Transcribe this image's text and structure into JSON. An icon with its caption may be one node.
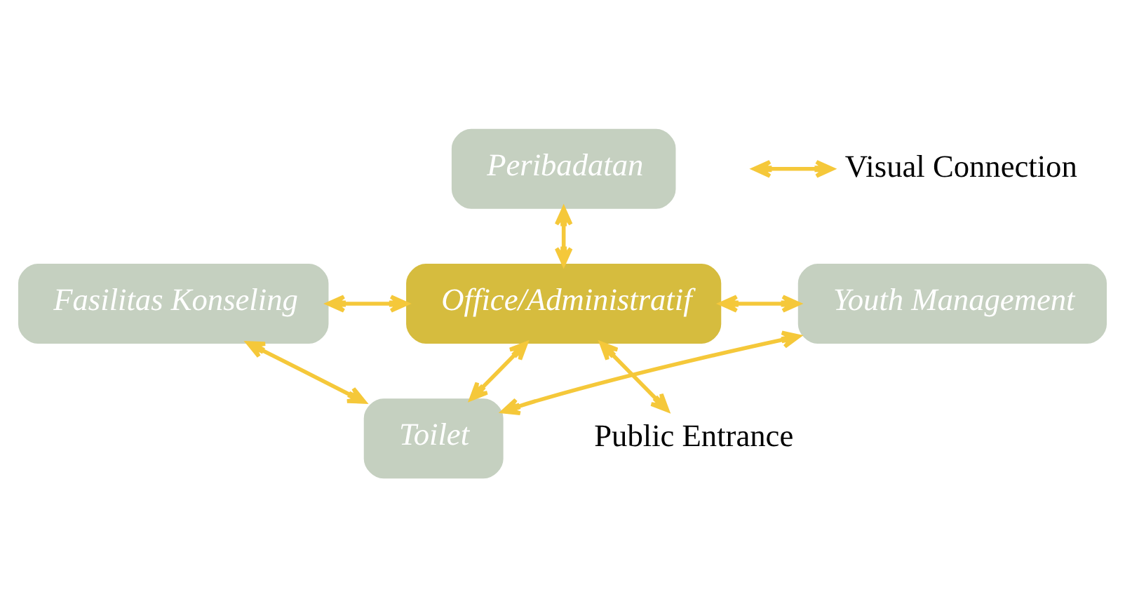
{
  "diagram": {
    "nodes": [
      {
        "text": [
          "Peribadatan"
        ]
      },
      {
        "text": [
          "Office/Administratif"
        ]
      },
      {
        "text": [
          "Fasilitas Konseling"
        ]
      },
      {
        "text": [
          "Youth Management"
        ]
      },
      {
        "text": [
          "Toilet"
        ]
      },
      {
        "text": [
          "Public Entrance"
        ]
      }
    ],
    "edges": [
      {
        "from": 0,
        "to": 1,
        "arrow": "both"
      },
      {
        "from": 2,
        "to": 1,
        "arrow": "both"
      },
      {
        "from": 1,
        "to": 3,
        "arrow": "both"
      },
      {
        "from": 1,
        "to": 4,
        "arrow": "both"
      },
      {
        "from": 4,
        "to": 3,
        "arrow": "both"
      },
      {
        "from": 2,
        "to": 4,
        "arrow": "both"
      },
      {
        "from": 1,
        "to": 5,
        "arrow": "both"
      }
    ],
    "legend": [
      {
        "text": "Visual Connection"
      }
    ]
  }
}
